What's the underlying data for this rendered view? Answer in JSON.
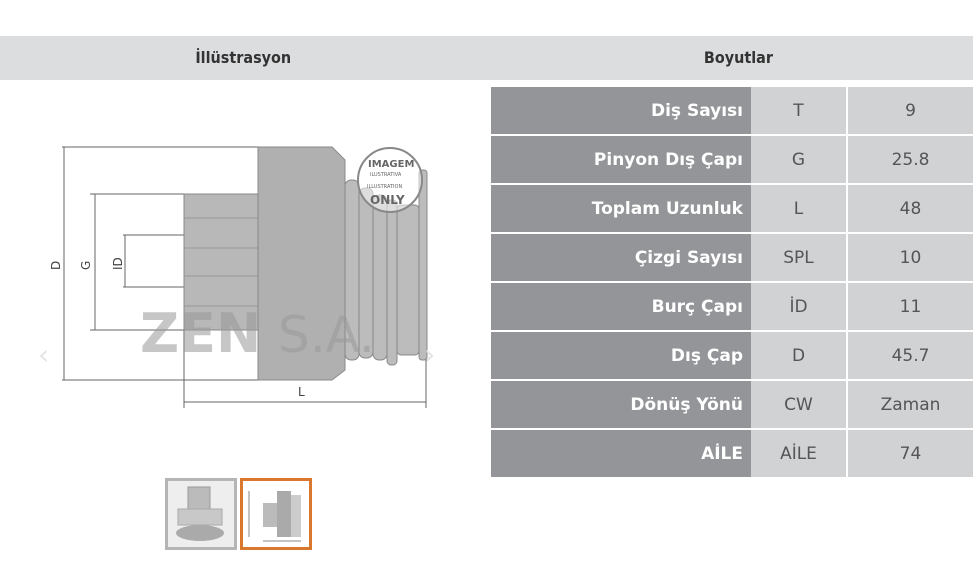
{
  "headers": {
    "illustration": "İllüstrasyon",
    "dimensions": "Boyutlar"
  },
  "drawing": {
    "labels": {
      "d": "D",
      "g": "G",
      "id": "ID",
      "l": "L"
    },
    "watermark": "ZEN S.A.",
    "stamp": "IMAGEM ILUSTRATIVA ILLUSTRATION ONLY"
  },
  "rows": [
    {
      "label": "Diş Sayısı",
      "code": "T",
      "value": "9"
    },
    {
      "label": "Pinyon Dış Çapı",
      "code": "G",
      "value": "25.8"
    },
    {
      "label": "Toplam Uzunluk",
      "code": "L",
      "value": "48"
    },
    {
      "label": "Çizgi Sayısı",
      "code": "SPL",
      "value": "10"
    },
    {
      "label": "Burç Çapı",
      "code": "İD",
      "value": "11"
    },
    {
      "label": "Dış Çap",
      "code": "D",
      "value": "45.7"
    },
    {
      "label": "Dönüş Yönü",
      "code": "CW",
      "value": "Zaman"
    },
    {
      "label": "AİLE",
      "code": "AİLE",
      "value": "74"
    }
  ],
  "thumbnails": [
    {
      "name": "photo",
      "selected": false
    },
    {
      "name": "drawing",
      "selected": true
    }
  ],
  "colors": {
    "header_bg": "#dcdddf",
    "label_bg": "#939598",
    "cell_bg": "#d1d2d4",
    "selected_border": "#d9782d"
  }
}
